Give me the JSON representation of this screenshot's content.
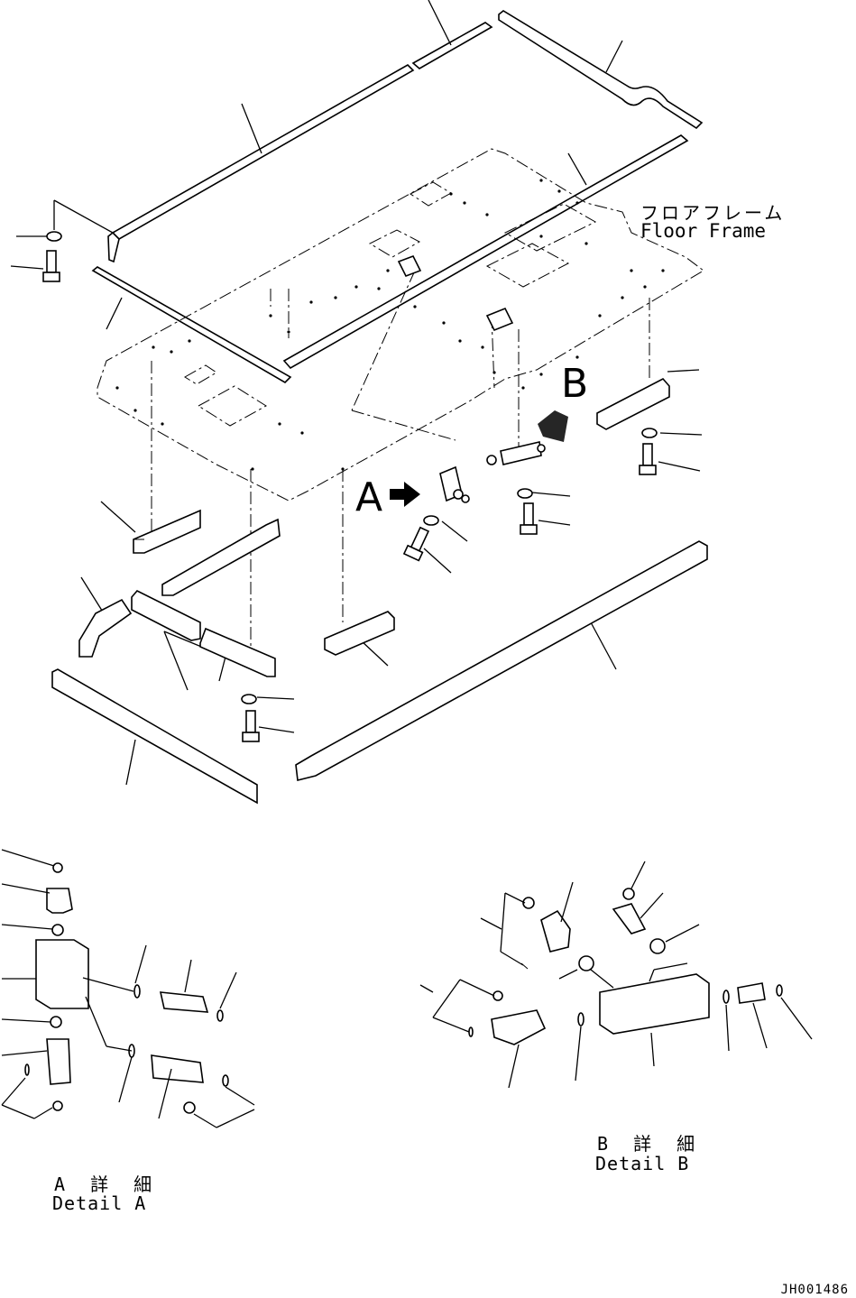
{
  "assembly": {
    "title_jp": "フロアフレーム",
    "title_en": "Floor Frame"
  },
  "callouts": {
    "a": "A",
    "b": "B"
  },
  "details": {
    "a_jp": "A 詳 細",
    "a_en": "Detail A",
    "b_jp": "B 詳 細",
    "b_en": "Detail B"
  },
  "drawing_code": "JH001486"
}
